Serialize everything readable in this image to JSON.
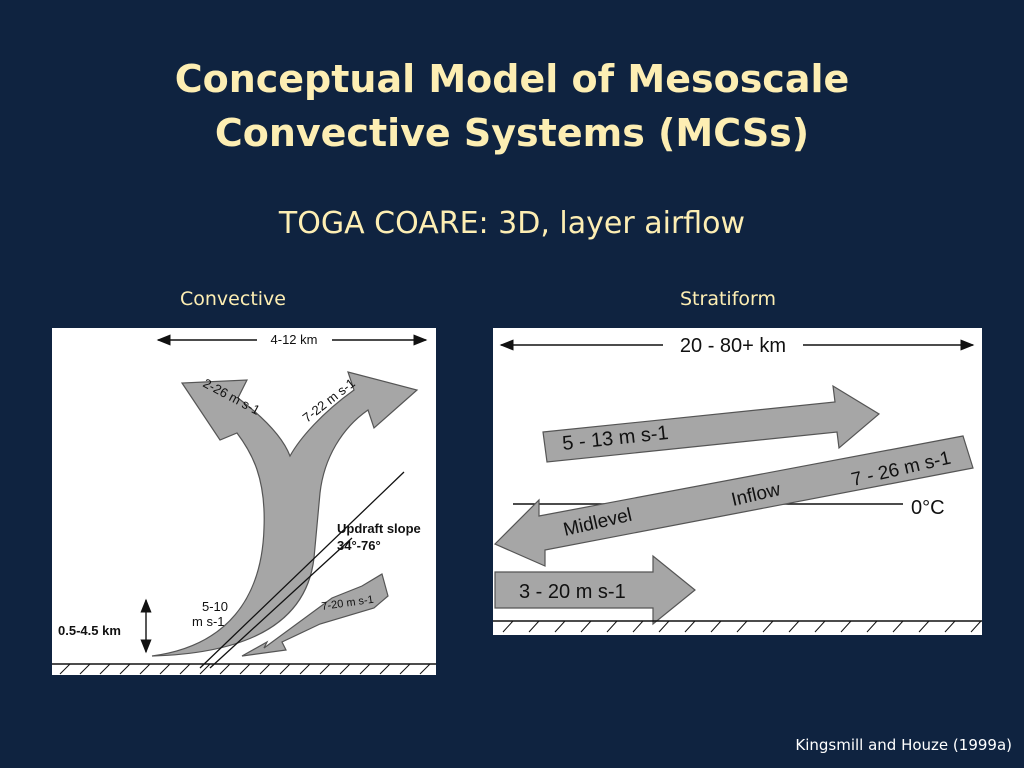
{
  "slide": {
    "title_line1": "Conceptual Model of Mesoscale",
    "title_line2": "Convective Systems (MCSs)",
    "subtitle": "TOGA COARE: 3D, layer airflow",
    "citation": "Kingsmill and Houze (1999a)"
  },
  "convective": {
    "label": "Convective",
    "width_label": "4-12 km",
    "left_branch_label": "2-26 m s-1",
    "right_branch_label": "7-22 m s-1",
    "inflow_label_line1": "5-10",
    "inflow_label_line2": "m s-1",
    "depth_label": "0.5-4.5 km",
    "slope_label_line1": "Updraft slope",
    "slope_label_line2": "34°-76°",
    "downdraft_label": "7-20 m s-1"
  },
  "stratiform": {
    "label": "Stratiform",
    "width_label": "20 - 80+ km",
    "upper_arrow_label": "5 - 13 m s-1",
    "inflow_speed_label": "7 - 26 m s-1",
    "inflow_word": "Inflow",
    "midlevel_word": "Midlevel",
    "freezing_label": "0°C",
    "lower_arrow_label": "3 - 20 m s-1"
  },
  "colors": {
    "background": "#0f2340",
    "title": "#fdeeb3",
    "arrow_fill": "#a6a6a6",
    "arrow_stroke": "#555555"
  }
}
